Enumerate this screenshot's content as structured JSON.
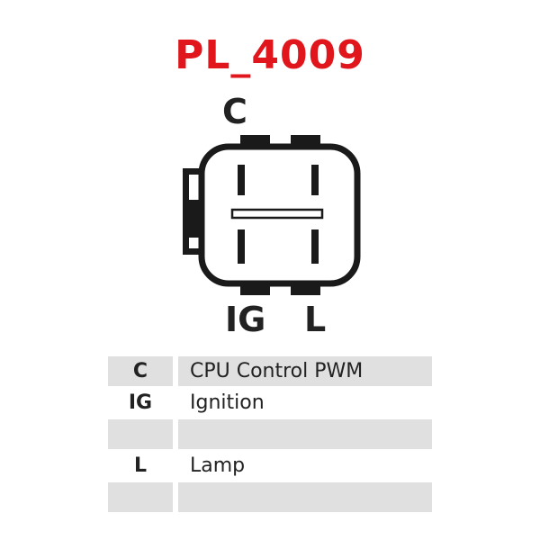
{
  "title": {
    "text": "PL_4009",
    "color": "#e0161c"
  },
  "connector": {
    "top_pin": "C",
    "bottom_pins": [
      "IG",
      "L"
    ],
    "outline_color": "#1a1a1a"
  },
  "legend": {
    "shade_color": "#e0e0e0",
    "rows": [
      {
        "code": "C",
        "desc": "CPU Control PWM",
        "shaded": true
      },
      {
        "code": "IG",
        "desc": "Ignition",
        "shaded": false
      },
      {
        "code": "",
        "desc": "",
        "shaded": true
      },
      {
        "code": "L",
        "desc": "Lamp",
        "shaded": false
      },
      {
        "code": "",
        "desc": "",
        "shaded": true
      }
    ]
  }
}
